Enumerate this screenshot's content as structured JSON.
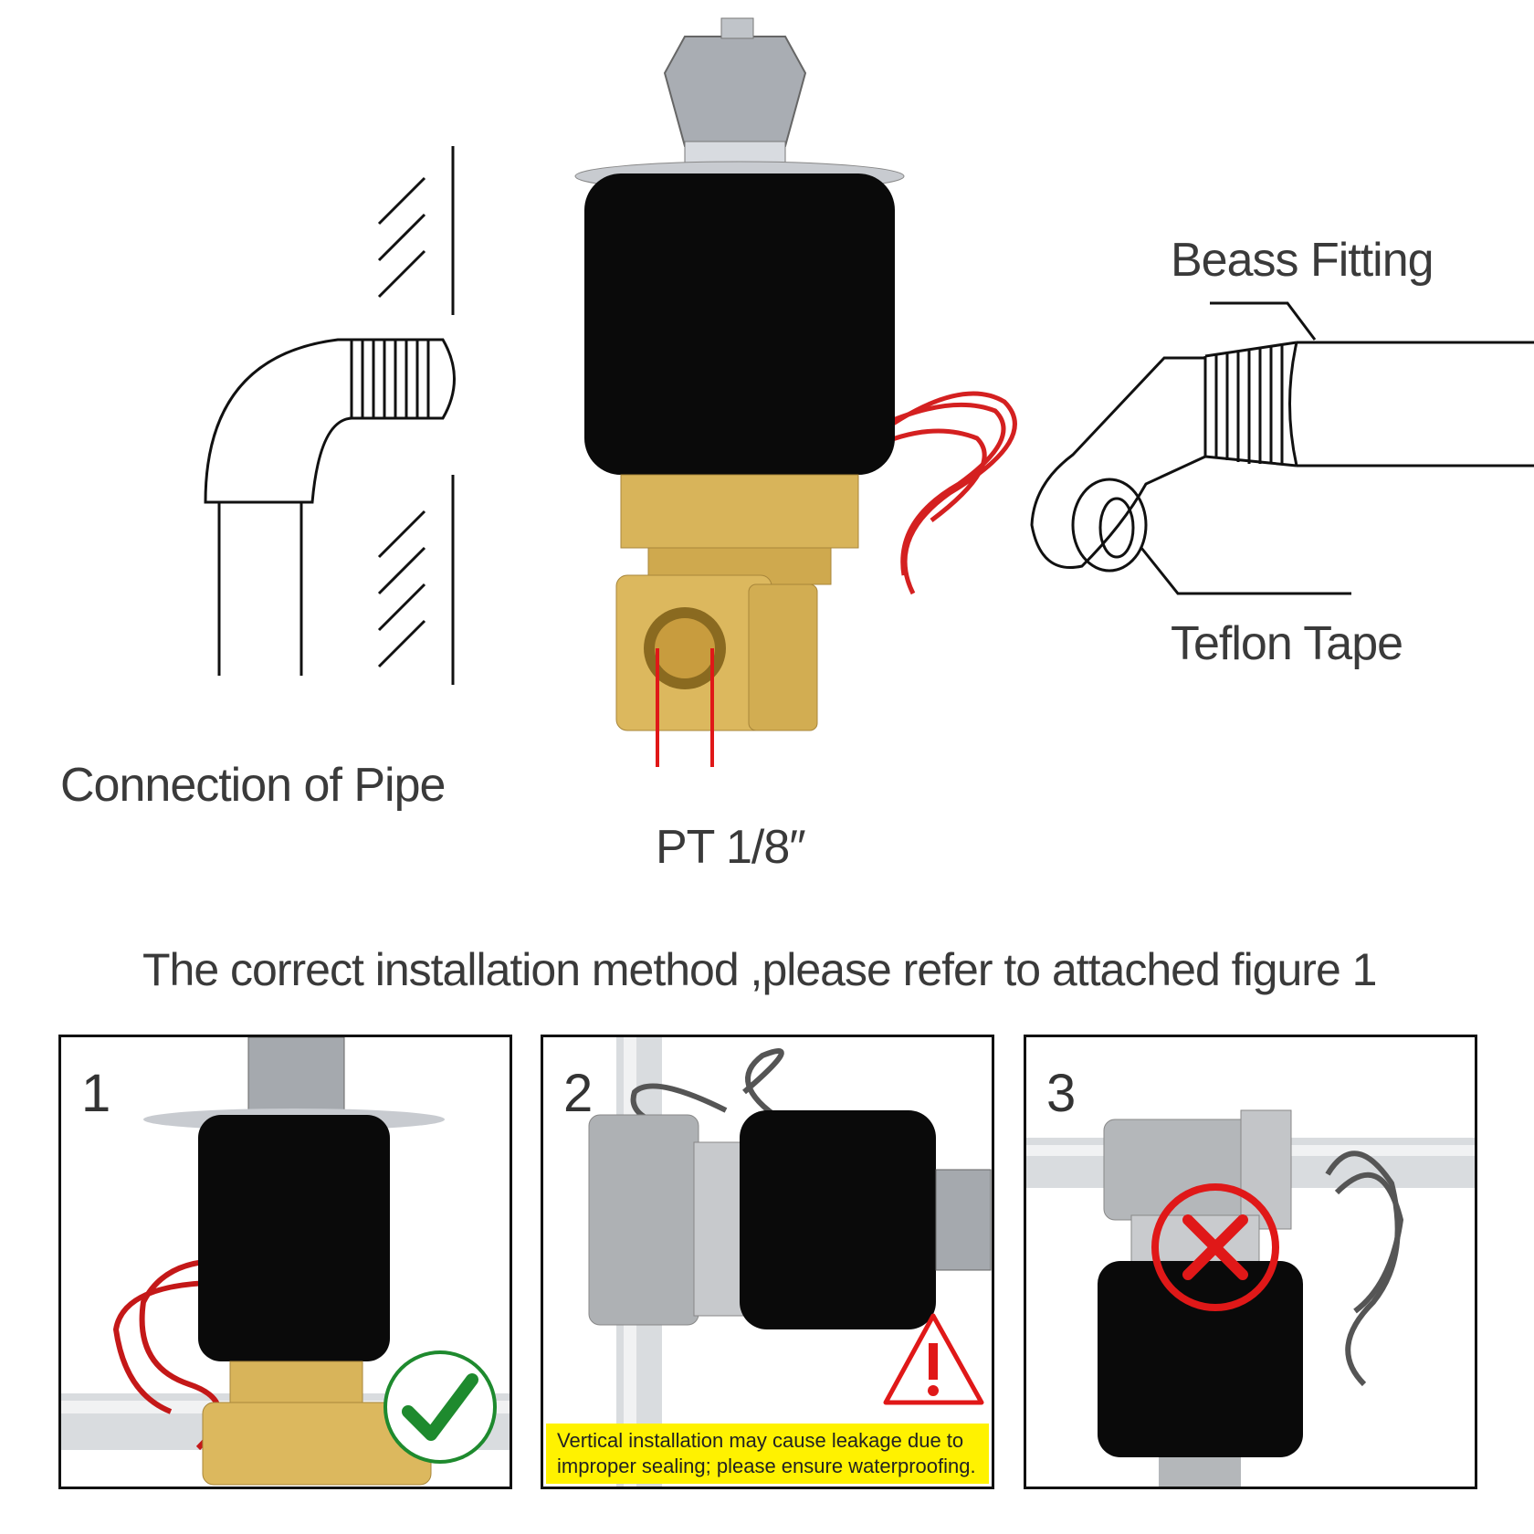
{
  "labels": {
    "brass_fitting": "Beass Fitting",
    "teflon_tape": "Teflon Tape",
    "pipe_connection": "Connection of Pipe",
    "thread_size": "PT 1/8″"
  },
  "instruction_heading": "The correct installation method ,please refer to attached figure 1",
  "panels": [
    {
      "number": "1",
      "status": "correct",
      "mark": "check-icon"
    },
    {
      "number": "2",
      "status": "warning",
      "mark": "warning-triangle-icon",
      "note": "Vertical installation may cause leakage due to improper sealing; please ensure waterproofing."
    },
    {
      "number": "3",
      "status": "incorrect",
      "mark": "cross-icon"
    }
  ],
  "colors": {
    "coil": "#0a0a0a",
    "brass": "#d8b45a",
    "wire": "#d42020",
    "check": "#1e8a2e",
    "cross": "#e01818",
    "warning": "#e01818",
    "note_bg": "#fff200"
  }
}
